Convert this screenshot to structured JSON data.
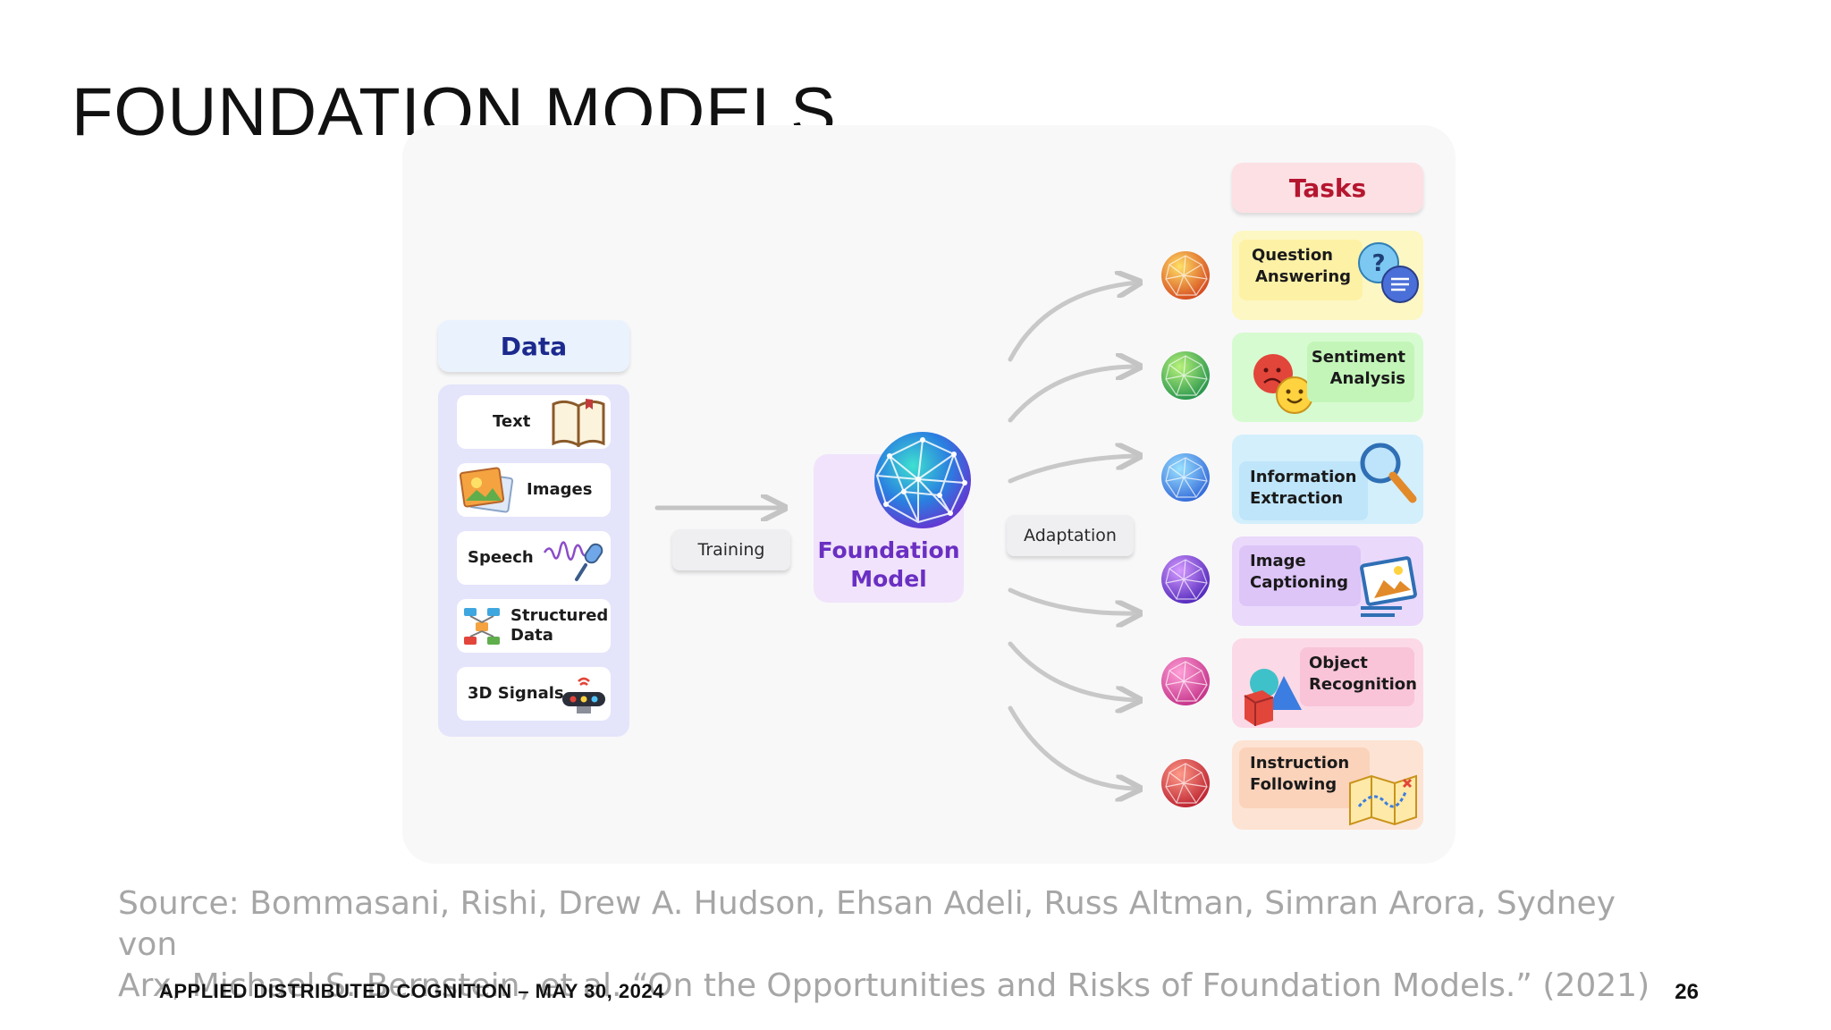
{
  "slide": {
    "title": "FOUNDATION MODELS",
    "source_line_1": "Source: Bommasani, Rishi, Drew A. Hudson, Ehsan Adeli, Russ Altman, Simran Arora, Sydney von",
    "source_line_2": "Arx, Michael S. Bernstein, et al. “On the Opportunities and Risks of Foundation Models.”  (2021)",
    "footer": "APPLIED DISTRIBUTED COGNITION – MAY 30, 2024",
    "page_number": "26"
  },
  "diagram": {
    "data_header": "Data",
    "data_items": [
      {
        "line1": "Text",
        "line2": "",
        "icon": "book-icon"
      },
      {
        "line1": "Images",
        "line2": "",
        "icon": "photos-icon"
      },
      {
        "line1": "Speech",
        "line2": "",
        "icon": "microphone-icon"
      },
      {
        "line1": "Structured",
        "line2": "Data",
        "icon": "flowchart-icon"
      },
      {
        "line1": "3D Signals",
        "line2": "",
        "icon": "sensor-icon"
      }
    ],
    "training_label": "Training",
    "model_label_line1": "Foundation",
    "model_label_line2": "Model",
    "adaptation_label": "Adaptation",
    "tasks_header": "Tasks",
    "tasks": [
      {
        "line1": "Question",
        "line2": "Answering",
        "icon": "question-bubble-icon",
        "card_color": "#fdf7c4",
        "inner_color": "#fdf1a6",
        "sphere_color": "#e8702a"
      },
      {
        "line1": "Sentiment",
        "line2": "Analysis",
        "icon": "emoji-faces-icon",
        "card_color": "#d7fbd0",
        "inner_color": "#c3f5b9",
        "sphere_color": "#36b34a"
      },
      {
        "line1": "Information",
        "line2": "Extraction",
        "icon": "magnifier-icon",
        "card_color": "#d3effc",
        "inner_color": "#bfe5fa",
        "sphere_color": "#3f8ee6"
      },
      {
        "line1": "Image",
        "line2": "Captioning",
        "icon": "picture-frame-icon",
        "card_color": "#ead9fb",
        "inner_color": "#ddc5f8",
        "sphere_color": "#6a36d8"
      },
      {
        "line1": "Object",
        "line2": "Recognition",
        "icon": "shapes-icon",
        "card_color": "#fcd9e6",
        "inner_color": "#f9c4d8",
        "sphere_color": "#e1479a"
      },
      {
        "line1": "Instruction",
        "line2": "Following",
        "icon": "map-icon",
        "card_color": "#fde3d3",
        "inner_color": "#fbd2ba",
        "sphere_color": "#e0303a"
      }
    ]
  }
}
